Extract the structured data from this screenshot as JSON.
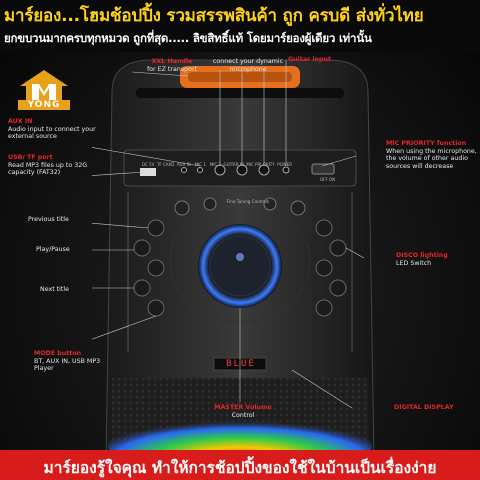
{
  "banner": {
    "line1": "มาร์ยอง...โฮมช้อปปิ้ง รวมสรรพสินค้า ถูก ครบดี ส่งทั่วไทย",
    "line2": "ยกขบวนมากครบทุกหมวด ถูกที่สุด..... ลิขสิทธิ์แท้ โดยมาร์ยองผู้เดียว เท่านั้น"
  },
  "logo": {
    "text": "YONG"
  },
  "labels": {
    "handle": {
      "title": "XXL Handle",
      "desc": "for EZ transport"
    },
    "mic_connect": {
      "desc": "connect your dynamic microphone"
    },
    "guitar": {
      "title": "Guitar input"
    },
    "aux_in": {
      "title": "AUX IN",
      "desc": "Audio input to connect your external source"
    },
    "usb_tf": {
      "title": "USB/ TF port",
      "desc": "Read MP3 files up to 32G capacity (FAT32)"
    },
    "mic_priority": {
      "title": "MIC PRIORITY function",
      "desc": "When using the microphone, the volume of other audio sources will decrease"
    },
    "previous": {
      "desc": "Previous title"
    },
    "play_pause": {
      "desc": "Play/Pause"
    },
    "next": {
      "desc": "Next title"
    },
    "disco": {
      "title": "DISCO lighting",
      "desc": "LED Switch"
    },
    "mode": {
      "title": "MODE button",
      "desc": "BT, AUX IN, USB MP3 Player"
    },
    "master": {
      "title": "MASTER Volume",
      "desc": "Control"
    },
    "digital": {
      "title": "DIGITAL DISPLAY"
    }
  },
  "panel": {
    "ports": [
      "DC 5V",
      "TF CARD",
      "AUX IN",
      "MIC 1",
      "MIC 2",
      "GUITAR IN",
      "MIC PRI ORITY",
      "POWER"
    ],
    "off_on": "OFF  ON",
    "tuning": "Fine Tuning Controls",
    "display": "BLUE"
  },
  "bottom": {
    "text": "มาร์ยองรู้ใจคุณ ทำให้การช้อปปิ้งของใช้ในบ้านเป็นเรื่องง่าย"
  },
  "colors": {
    "banner_yellow": "#ffd21a",
    "accent_red": "#e3262a",
    "bottom_red": "#d81c1c",
    "logo_orange": "#e8a21a",
    "ring_blue": "#3c7bff"
  }
}
